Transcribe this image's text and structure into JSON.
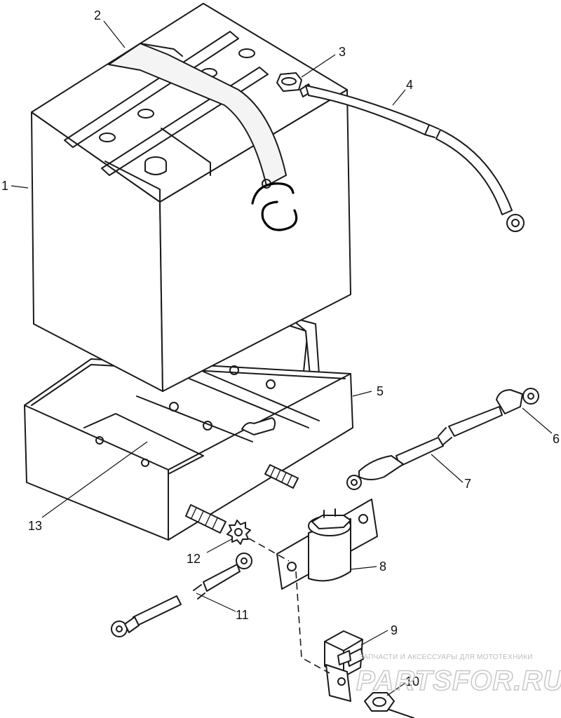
{
  "diagram": {
    "callouts": [
      {
        "id": "1",
        "label": "1"
      },
      {
        "id": "2",
        "label": "2"
      },
      {
        "id": "3",
        "label": "3"
      },
      {
        "id": "4",
        "label": "4"
      },
      {
        "id": "5",
        "label": "5"
      },
      {
        "id": "6",
        "label": "6"
      },
      {
        "id": "7",
        "label": "7"
      },
      {
        "id": "8",
        "label": "8"
      },
      {
        "id": "9",
        "label": "9"
      },
      {
        "id": "10",
        "label": "10"
      },
      {
        "id": "11",
        "label": "11"
      },
      {
        "id": "12",
        "label": "12"
      },
      {
        "id": "13",
        "label": "13"
      }
    ]
  },
  "watermark": {
    "tagline": "ЗАПЧАСТИ И АКСЕССУАРЫ ДЛЯ МОТОТЕХНИКИ",
    "brand": "PARTSFOR.RU"
  }
}
